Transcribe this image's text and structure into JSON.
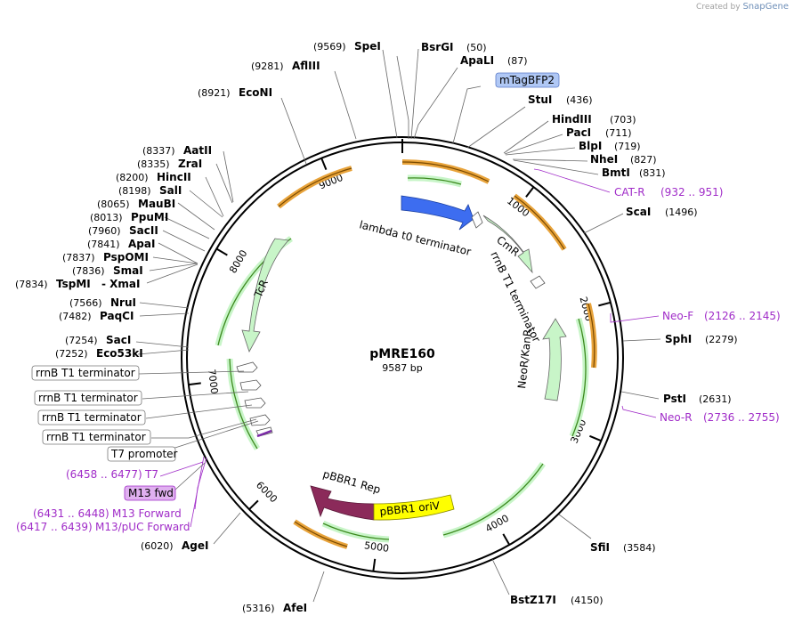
{
  "credit": {
    "prefix": "Created by",
    "brand": "SnapGene"
  },
  "plasmid": {
    "name": "pMRE160",
    "length_label": "9587 bp"
  },
  "ticks": [
    "1000",
    "2000",
    "3000",
    "4000",
    "5000",
    "6000",
    "7000",
    "8000",
    "9000"
  ],
  "sites": [
    {
      "name": "SpeI",
      "pos": "(9569)"
    },
    {
      "name": "BsrGI",
      "pos": "(50)"
    },
    {
      "name": "ApaLI",
      "pos": "(87)"
    },
    {
      "name": "StuI",
      "pos": "(436)"
    },
    {
      "name": "HindIII",
      "pos": "(703)"
    },
    {
      "name": "PacI",
      "pos": "(711)"
    },
    {
      "name": "BlpI",
      "pos": "(719)"
    },
    {
      "name": "NheI",
      "pos": "(827)"
    },
    {
      "name": "BmtI",
      "pos": "(831)"
    },
    {
      "name": "ScaI",
      "pos": "(1496)"
    },
    {
      "name": "SphI",
      "pos": "(2279)"
    },
    {
      "name": "PstI",
      "pos": "(2631)"
    },
    {
      "name": "SfiI",
      "pos": "(3584)"
    },
    {
      "name": "BstZ17I",
      "pos": "(4150)"
    },
    {
      "name": "AfeI",
      "pos": "(5316)"
    },
    {
      "name": "AgeI",
      "pos": "(6020)"
    },
    {
      "name": "Eco53kI",
      "pos": "(7252)"
    },
    {
      "name": "SacI",
      "pos": "(7254)"
    },
    {
      "name": "PaqCI",
      "pos": "(7482)"
    },
    {
      "name": "NruI",
      "pos": "(7566)"
    },
    {
      "name": "TspMI",
      "pos": "(7834)",
      "extra": "- XmaI"
    },
    {
      "name": "SmaI",
      "pos": "(7836)"
    },
    {
      "name": "PspOMI",
      "pos": "(7837)"
    },
    {
      "name": "ApaI",
      "pos": "(7841)"
    },
    {
      "name": "SacII",
      "pos": "(7960)"
    },
    {
      "name": "PpuMI",
      "pos": "(8013)"
    },
    {
      "name": "MauBI",
      "pos": "(8065)"
    },
    {
      "name": "SalI",
      "pos": "(8198)"
    },
    {
      "name": "HincII",
      "pos": "(8200)"
    },
    {
      "name": "ZraI",
      "pos": "(8335)"
    },
    {
      "name": "AatII",
      "pos": "(8337)"
    },
    {
      "name": "EcoNI",
      "pos": "(8921)"
    },
    {
      "name": "AflIII",
      "pos": "(9281)"
    }
  ],
  "primers": [
    {
      "name": "CAT-R",
      "range": "(932 .. 951)"
    },
    {
      "name": "Neo-F",
      "range": "(2126 .. 2145)"
    },
    {
      "name": "Neo-R",
      "range": "(2736 .. 2755)"
    },
    {
      "name": "T7",
      "range": "(6458 .. 6477)"
    },
    {
      "name": "M13 Forward",
      "range": "(6431 .. 6448)"
    },
    {
      "name": "M13/pUC Forward",
      "range": "(6417 .. 6439)"
    }
  ],
  "boxed": {
    "mtagbfp2": "mTagBFP2",
    "m13fwd": "M13 fwd",
    "t7promoter": "T7 promoter",
    "rrnb1": "rrnB T1 terminator",
    "rrnb2": "rrnB T1 terminator",
    "rrnb3": "rrnB T1 terminator",
    "rrnb4": "rrnB T1 terminator"
  },
  "features": {
    "lambda_t0": "lambda t0 terminator",
    "cmr": "CmR",
    "rrnb_inner": "rrnB T1 terminator",
    "neokanr": "NeoR/KanR",
    "tcr": "TcR",
    "pbbr1_rep": "pBBR1 Rep",
    "pbbr1_oriv": "pBBR1 oriV"
  },
  "colors": {
    "backbone": "#000000",
    "primer": "#a02cc8",
    "mtagbfp2": "#3d6df0",
    "resistance": "#c8f5c8",
    "orf": "#e8a33a",
    "orf_inner": "#3c8a1e",
    "rep": "#8b2a5a",
    "oriv": "#ffff00",
    "m13fwd_box": "#e0b0f0",
    "mtagbfp2_box": "#b0c8f5"
  }
}
